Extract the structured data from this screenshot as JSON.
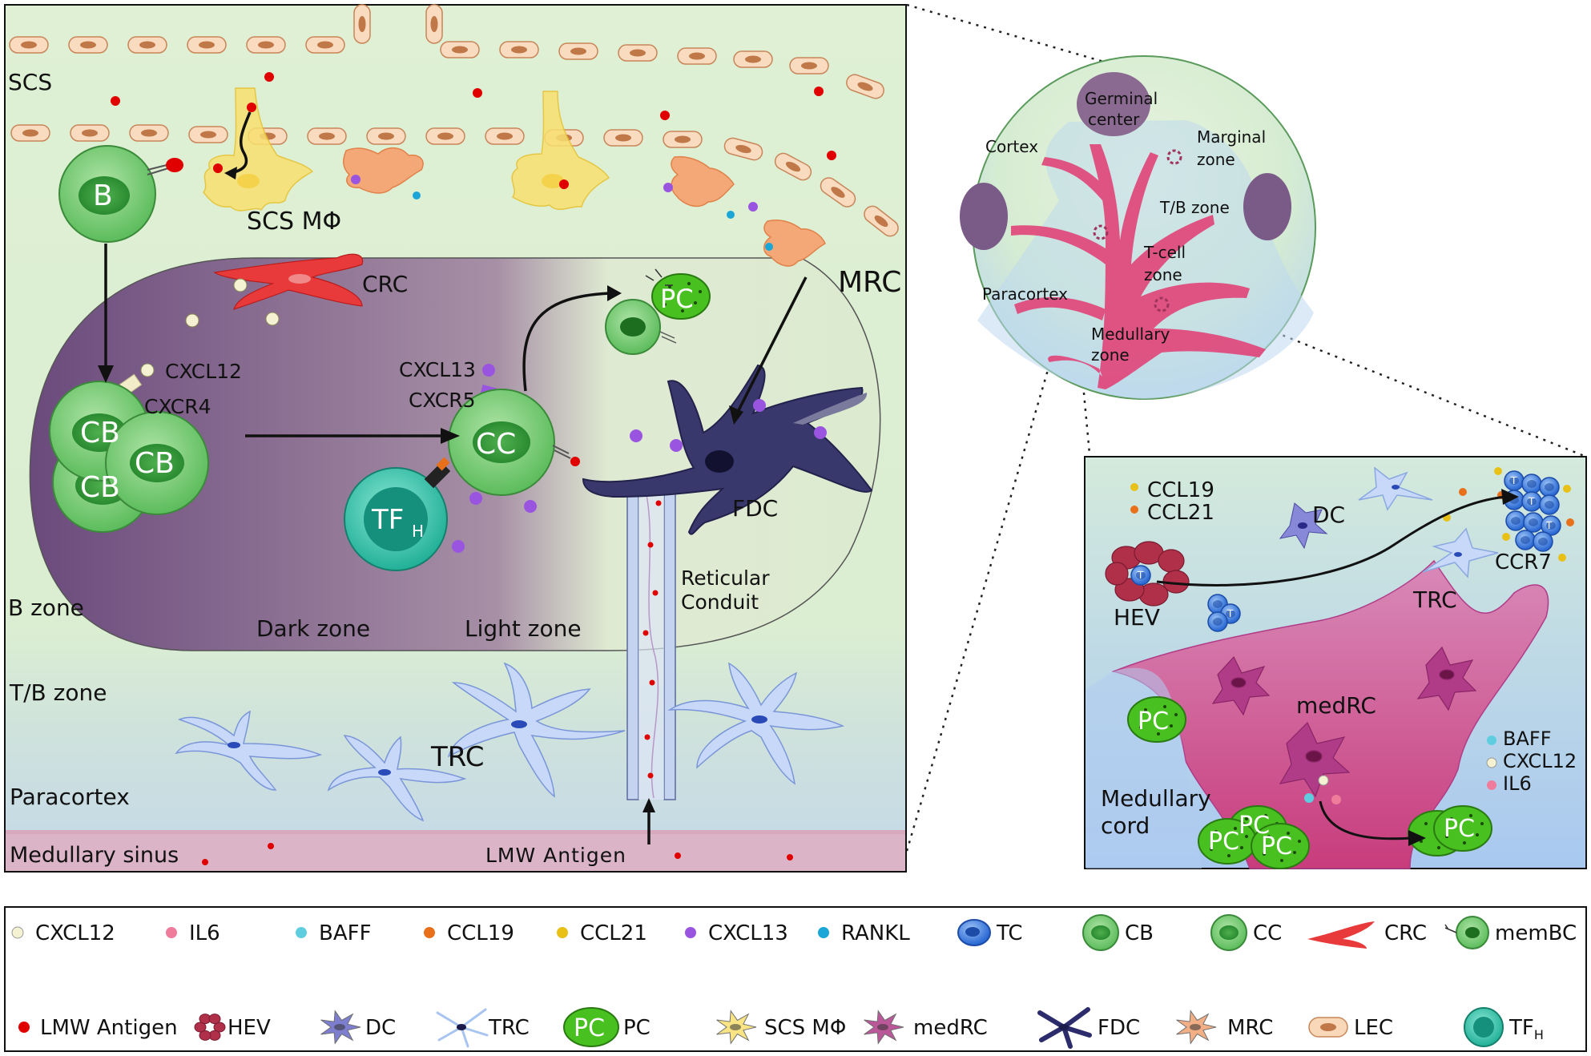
{
  "main_panel": {
    "zones": {
      "scs": "SCS",
      "b_zone": "B zone",
      "tb_zone": "T/B zone",
      "paracortex": "Paracortex",
      "medullary_sinus": "Medullary sinus",
      "dark_zone": "Dark zone",
      "light_zone": "Light zone"
    },
    "cells": {
      "b": "B",
      "cb": "CB",
      "cc": "CC",
      "pc": "PC",
      "tfh_main": "TF",
      "tfh_sub": "H",
      "scs_mphi": "SCS MΦ",
      "crc": "CRC",
      "mrc": "MRC",
      "fdc": "FDC",
      "trc": "TRC",
      "reticular_conduit_1": "Reticular",
      "reticular_conduit_2": "Conduit"
    },
    "molecules": {
      "cxcl12": "CXCL12",
      "cxcr4": "CXCR4",
      "cxcl13": "CXCL13",
      "cxcr5": "CXCR5"
    },
    "lmw_antigen": "LMW Antigen"
  },
  "node_overview": {
    "germinal_center_1": "Germinal",
    "germinal_center_2": "center",
    "cortex": "Cortex",
    "marginal_zone_1": "Marginal",
    "marginal_zone_2": "zone",
    "tb_zone": "T/B zone",
    "tcell_zone_1": "T-cell",
    "tcell_zone_2": "zone",
    "paracortex": "Paracortex",
    "medullary_zone_1": "Medullary",
    "medullary_zone_2": "zone"
  },
  "medulla_panel": {
    "ccl19": "CCL19",
    "ccl21": "CCL21",
    "dc": "DC",
    "hev": "HEV",
    "trc": "TRC",
    "ccr7": "CCR7",
    "medrc": "medRC",
    "pc": "PC",
    "baff": "BAFF",
    "cxcl12": "CXCL12",
    "il6": "IL6",
    "medullary_cord_1": "Medullary",
    "medullary_cord_2": "cord",
    "t": "T"
  },
  "legend": {
    "row1": [
      {
        "label": "CXCL12",
        "icon": "dot-cream",
        "color": "#f4f2d2"
      },
      {
        "label": "IL6",
        "icon": "dot-pink",
        "color": "#f07c9c"
      },
      {
        "label": "BAFF",
        "icon": "dot-cyan",
        "color": "#5fcde0"
      },
      {
        "label": "CCL19",
        "icon": "dot-orange",
        "color": "#e8701a"
      },
      {
        "label": "CCL21",
        "icon": "dot-yellow",
        "color": "#e8c016"
      },
      {
        "label": "CXCL13",
        "icon": "dot-purple",
        "color": "#9a55e0"
      },
      {
        "label": "RANKL",
        "icon": "dot-teal",
        "color": "#1aa6d6"
      },
      {
        "label": "TC",
        "icon": "t-cell-icon",
        "color": "#3a78d8"
      },
      {
        "label": "CB",
        "icon": "centroblast-icon",
        "color": "#7fd07f"
      },
      {
        "label": "CC",
        "icon": "centrocyte-icon",
        "color": "#7fd07f"
      },
      {
        "label": "CRC",
        "icon": "crc-cell-icon",
        "color": "#e83a3a"
      },
      {
        "label": "memBC",
        "icon": "memory-b-cell-icon",
        "color": "#7fd07f"
      }
    ],
    "row2": [
      {
        "label": "LMW Antigen",
        "icon": "dot-red",
        "color": "#e00000"
      },
      {
        "label": "HEV",
        "icon": "hev-icon",
        "color": "#b0304a"
      },
      {
        "label": "DC",
        "icon": "dendritic-cell-icon",
        "color": "#6868c8"
      },
      {
        "label": "TRC",
        "icon": "trc-cell-icon",
        "color": "#a8c4f0"
      },
      {
        "label": "PC",
        "icon": "plasma-cell-icon",
        "color": "#48c020"
      },
      {
        "label": "SCS MΦ",
        "icon": "macrophage-icon",
        "color": "#f8e070"
      },
      {
        "label": "medRC",
        "icon": "medrc-cell-icon",
        "color": "#b03c88"
      },
      {
        "label": "FDC",
        "icon": "fdc-cell-icon",
        "color": "#2c2c6c"
      },
      {
        "label": "MRC",
        "icon": "mrc-cell-icon",
        "color": "#f0a070"
      },
      {
        "label": "LEC",
        "icon": "lec-cell-icon",
        "color": "#f8d8b8"
      },
      {
        "label": "TF",
        "sub": "H",
        "icon": "tfh-cell-icon",
        "color": "#30c0a8"
      }
    ]
  }
}
